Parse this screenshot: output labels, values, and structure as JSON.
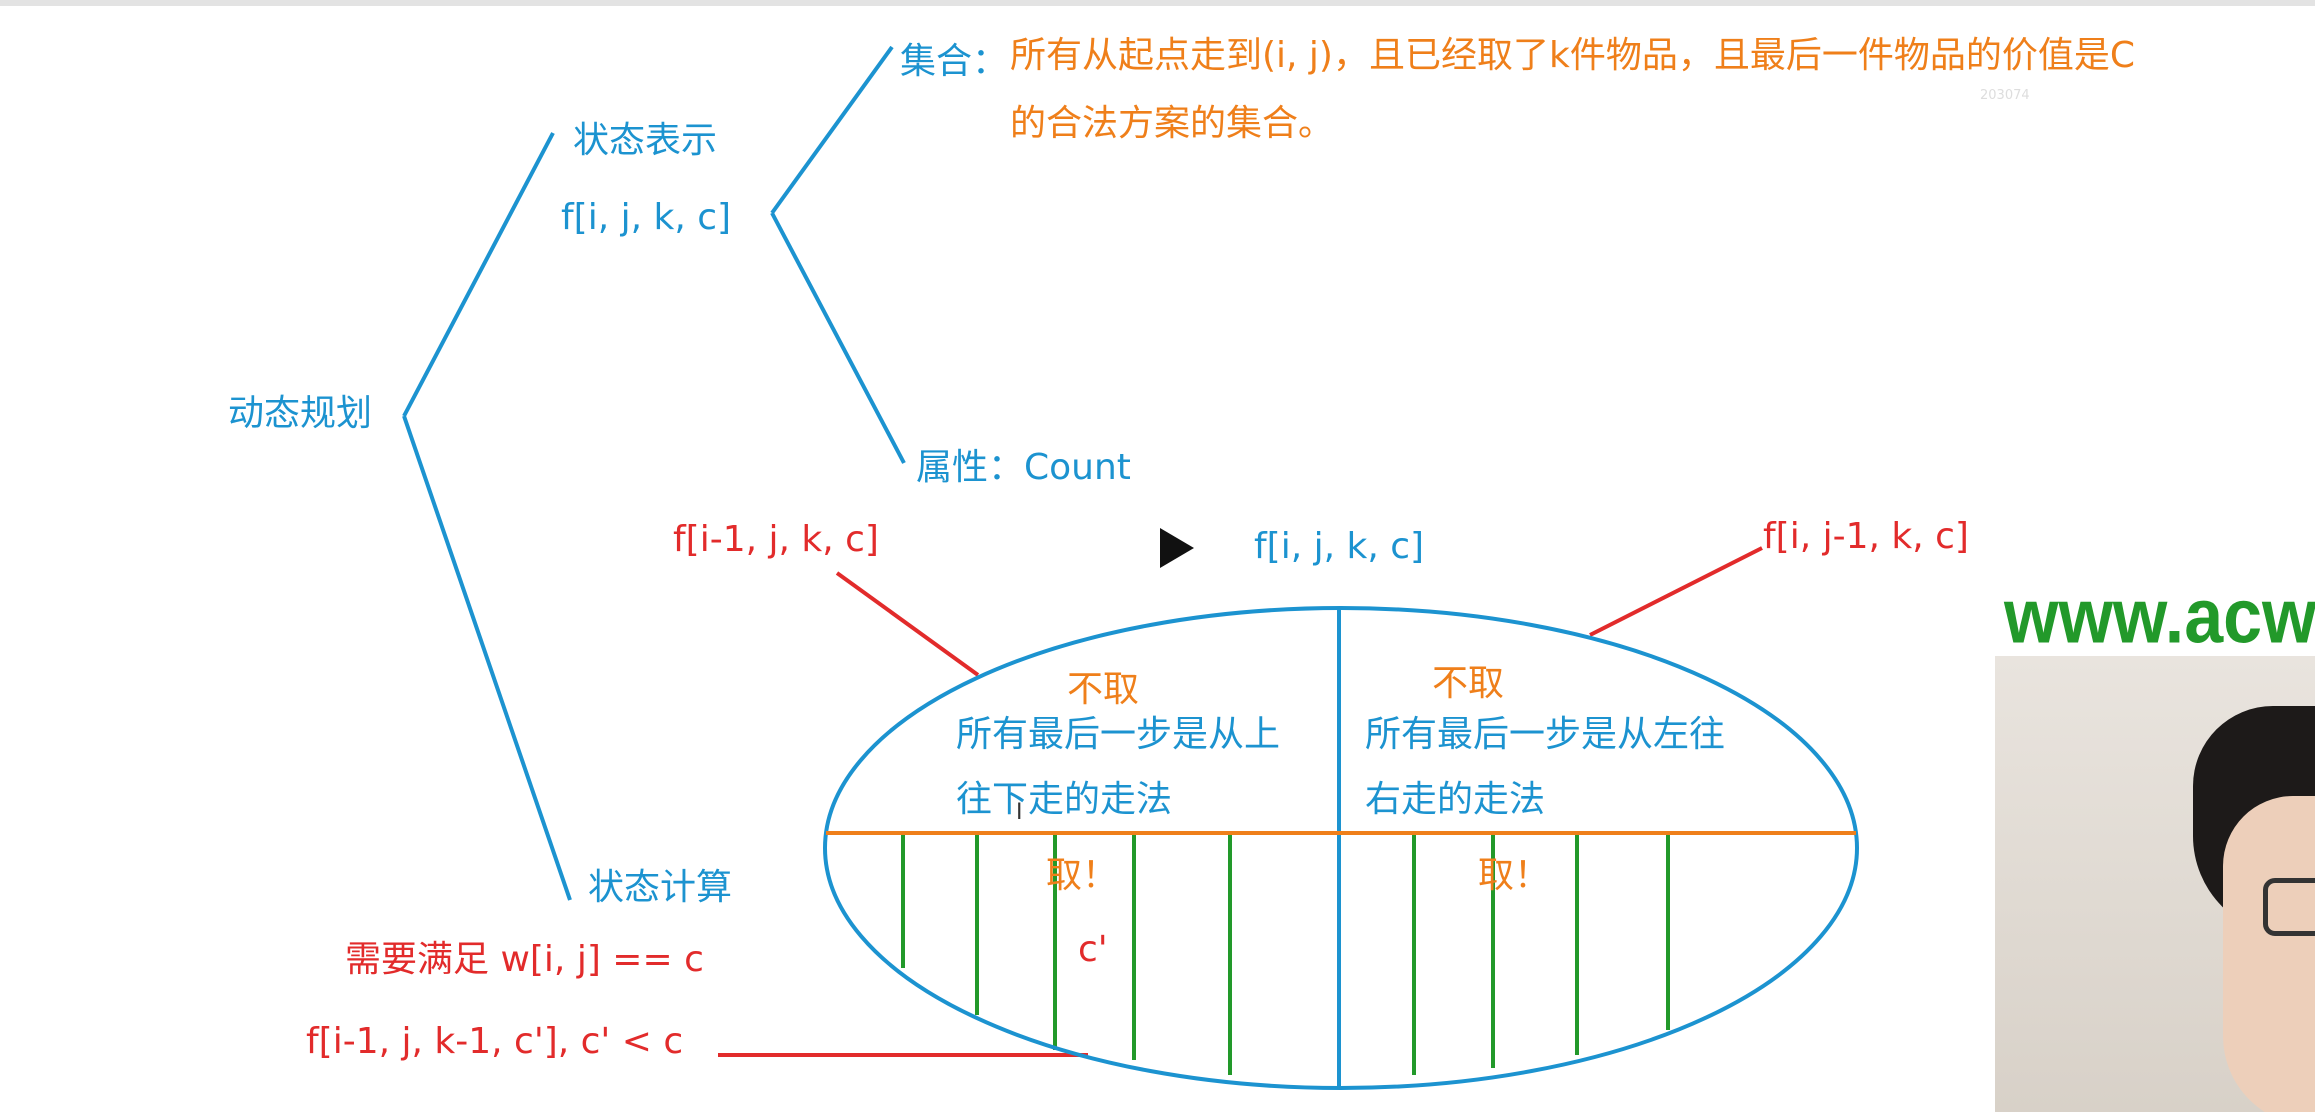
{
  "tree": {
    "root": "动态规划",
    "state_repr": "状态表示",
    "state_repr_formula": "f[i, j, k, c]",
    "set_label": "集合：",
    "set_text_line1": "所有从起点走到(i, j)，且已经取了k件物品，且最后一件物品的价值是C",
    "set_text_line2": "的合法方案的集合。",
    "attr_label": "属性：Count",
    "state_calc": "状态计算"
  },
  "transition": {
    "up_state": "f[i-1, j, k, c]",
    "center_state": "f[i, j, k, c]",
    "left_state": "f[i, j-1, k, c]",
    "condition": "需要满足 w[i, j] == c",
    "take_state": "f[i-1, j, k-1, c'], c' < c"
  },
  "ellipse": {
    "left_top_title": "不取",
    "left_top_line1": "所有最后一步是从上",
    "left_top_line2": "往下走的走法",
    "right_top_title": "不取",
    "right_top_line1": "所有最后一步是从左往",
    "right_top_line2": "右走的走法",
    "left_bottom_title": "取！",
    "right_bottom_title": "取！",
    "c_prime": "c'"
  },
  "overlay": {
    "tiny_text": "203074",
    "site_url": "www.acwi"
  },
  "colors": {
    "blue": "#1c93d0",
    "red": "#e22b2b",
    "orange": "#ef7f1a",
    "green": "#22992a"
  }
}
